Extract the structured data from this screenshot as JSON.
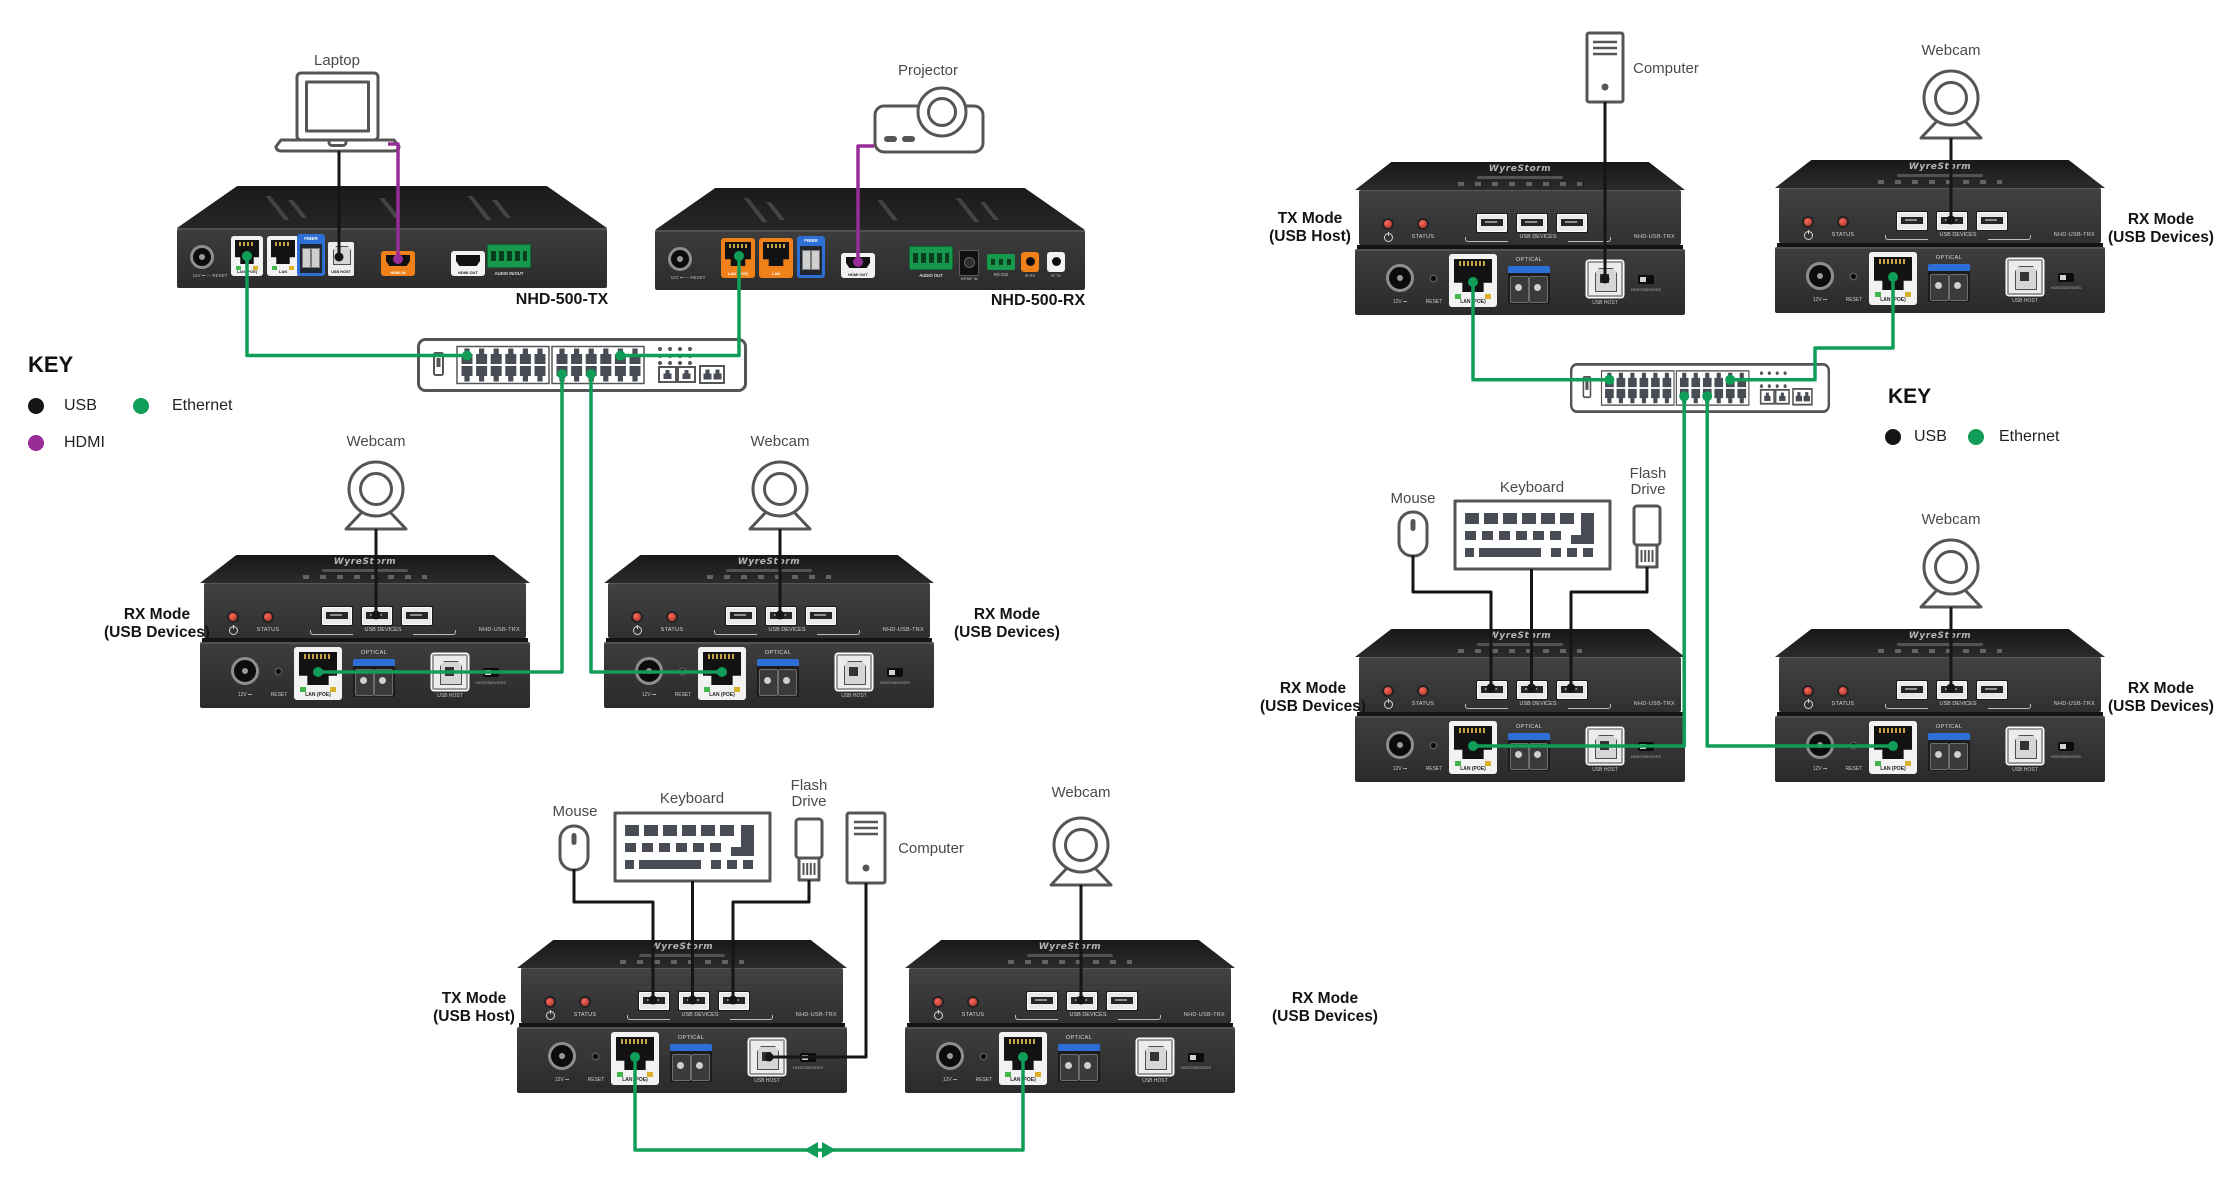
{
  "brand": "WyreStorm",
  "colors": {
    "usb": "#151515",
    "ethernet": "#0f9d58",
    "hdmi": "#982d97"
  },
  "key_left": {
    "title": "KEY",
    "usb": "USB",
    "ethernet": "Ethernet",
    "hdmi": "HDMI"
  },
  "key_right": {
    "title": "KEY",
    "usb": "USB",
    "ethernet": "Ethernet"
  },
  "labels": {
    "laptop": "Laptop",
    "projector": "Projector",
    "webcam": "Webcam",
    "mouse": "Mouse",
    "keyboard": "Keyboard",
    "flash_line1": "Flash",
    "flash_line2": "Drive",
    "computer": "Computer",
    "nhd500_tx": "NHD-500-TX",
    "nhd500_rx": "NHD-500-RX"
  },
  "modes": {
    "tx_line1": "TX Mode",
    "tx_line2": "(USB Host)",
    "rx_line1": "RX Mode",
    "rx_line2": "(USB Devices)"
  },
  "extender": {
    "model": "NHD-USB-TRX",
    "status": "STATUS",
    "usb_devices": "USB DEVICES",
    "v12": "12V ⎓",
    "reset": "RESET",
    "lan_poe": "LAN (POE)",
    "optical": "OPTICAL",
    "usb_host": "USB HOST",
    "host_device": "HOST/DEVICES"
  },
  "nhd500_tx_ports": {
    "dc": "12V ⎓ — RESET",
    "lan_poe": "LAN (POE)",
    "lan": "LAN",
    "fiber": "FIBER",
    "usb_host": "USB HOST",
    "hdmi_in": "HDMI IN",
    "hdmi_out": "HDMI OUT",
    "audio": "AUDIO IN/OUT"
  },
  "nhd500_rx_ports": {
    "dc": "12V ⎓ — RESET",
    "lan_poe": "LAN (POE)",
    "lan": "LAN",
    "fiber": "FIBER",
    "hdmi_out": "HDMI OUT",
    "audio_out": "AUDIO OUT",
    "spdif": "S/PDIF IN",
    "rs232": "RS-232",
    "ir_rx": "IR RX",
    "ir_tx": "IR TX"
  }
}
